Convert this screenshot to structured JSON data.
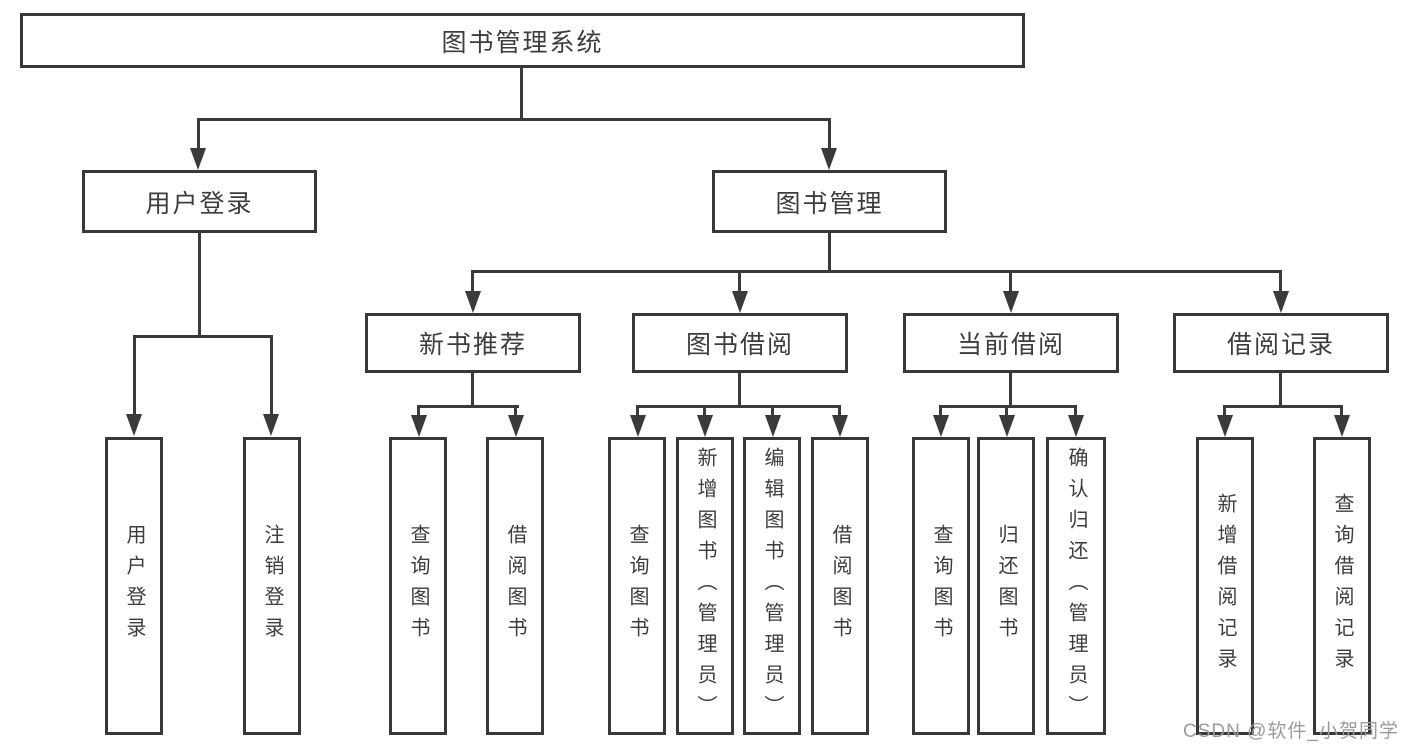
{
  "diagram": {
    "root": {
      "label": "图书管理系统"
    },
    "branches": [
      {
        "label": "用户登录",
        "children": [
          {
            "label": "用户登录"
          },
          {
            "label": "注销登录"
          }
        ]
      },
      {
        "label": "图书管理",
        "children": [
          {
            "label": "新书推荐",
            "children": [
              {
                "label": "查询图书"
              },
              {
                "label": "借阅图书"
              }
            ]
          },
          {
            "label": "图书借阅",
            "children": [
              {
                "label": "查询图书"
              },
              {
                "label": "新增图书（管理员）"
              },
              {
                "label": "编辑图书（管理员）"
              },
              {
                "label": "借阅图书"
              }
            ]
          },
          {
            "label": "当前借阅",
            "children": [
              {
                "label": "查询图书"
              },
              {
                "label": "归还图书"
              },
              {
                "label": "确认归还（管理员）"
              }
            ]
          },
          {
            "label": "借阅记录",
            "children": [
              {
                "label": "新增借阅记录"
              },
              {
                "label": "查询借阅记录"
              }
            ]
          }
        ]
      }
    ]
  },
  "watermark": {
    "text": "CSDN @软件_小贺同学"
  },
  "colors": {
    "line": "#3a3a3a",
    "box_border": "#383838",
    "text": "#3d3d3d",
    "watermark": "#9b9b9b",
    "background": "#ffffff"
  }
}
